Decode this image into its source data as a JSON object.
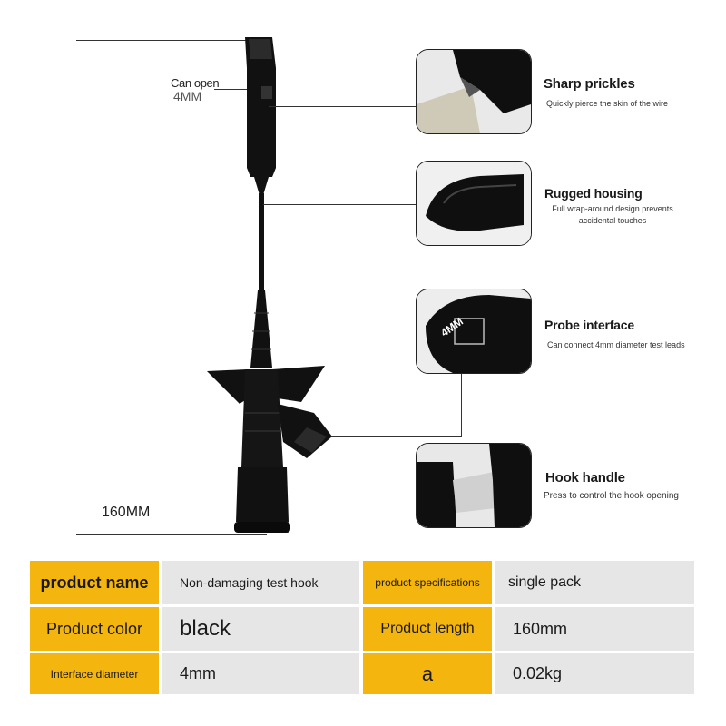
{
  "dimensions": {
    "opening_label": "Can open",
    "opening_value": "4MM",
    "length_value": "160MM"
  },
  "features": [
    {
      "title": "Sharp prickles",
      "desc": "Quickly pierce the skin of the wire",
      "icon": "prickle-tip-closeup-icon"
    },
    {
      "title": "Rugged housing",
      "desc": "Full wrap-around design prevents accidental touches",
      "icon": "housing-closeup-icon"
    },
    {
      "title": "Probe interface",
      "desc": "Can connect 4mm diameter test leads",
      "icon": "probe-socket-closeup-icon",
      "socket_label": "4MM"
    },
    {
      "title": "Hook handle",
      "desc": "Press to control the hook opening",
      "icon": "hook-handle-closeup-icon"
    }
  ],
  "specs": {
    "product_name_label": "product name",
    "product_name_value": "Non-damaging test hook",
    "product_spec_label": "product specifications",
    "product_spec_value": "single pack",
    "product_color_label": "Product color",
    "product_color_value": "black",
    "product_length_label": "Product length",
    "product_length_value": "160mm",
    "interface_diameter_label": "Interface diameter",
    "interface_diameter_value": "4mm",
    "weight_label": "a",
    "weight_value": "0.02kg"
  },
  "colors": {
    "accent_yellow": "#f5b50f",
    "cell_gray": "#e6e6e6",
    "product_black": "#111111"
  }
}
